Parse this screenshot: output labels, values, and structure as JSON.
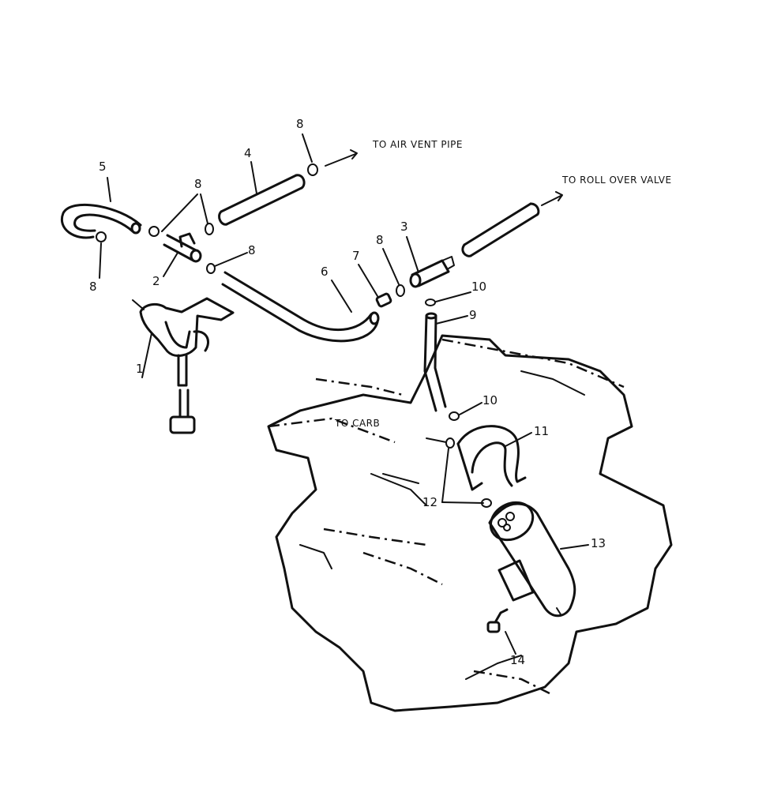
{
  "callouts": {
    "c1": "1",
    "c2": "2",
    "c3": "3",
    "c4": "4",
    "c5": "5",
    "c6": "6",
    "c7": "7",
    "c8": "8",
    "c9": "9",
    "c10": "10",
    "c11": "11",
    "c12": "12",
    "c13": "13",
    "c14": "14"
  },
  "notes": {
    "air_vent": "TO AIR VENT PIPE",
    "roll_over": "TO ROLL OVER VALVE",
    "carb": "TO CARB"
  },
  "colors": {
    "ink": "#111111",
    "paper": "#ffffff"
  }
}
